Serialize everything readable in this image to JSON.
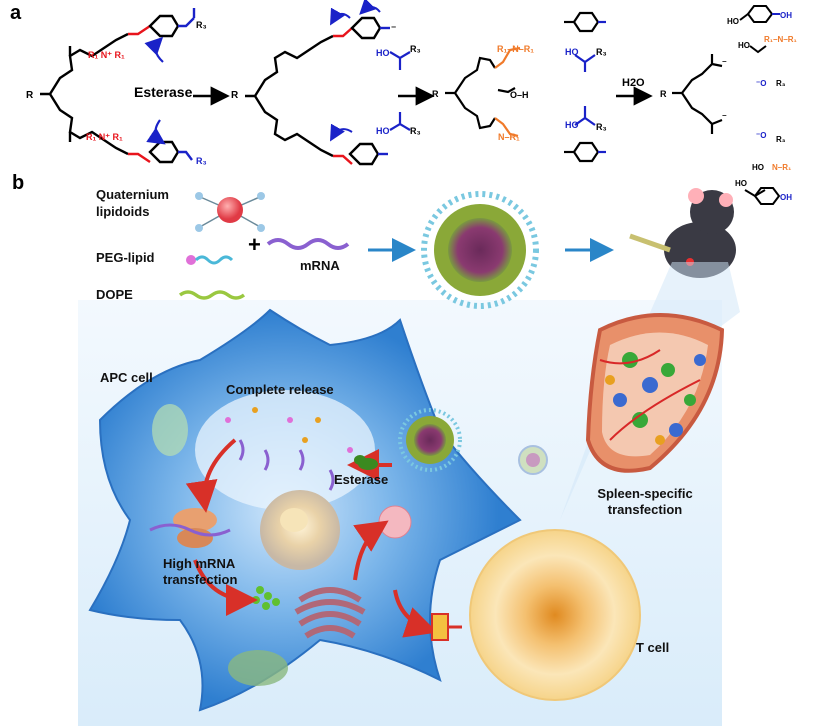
{
  "panel_a": {
    "label": "a",
    "esterase_label": "Esterase",
    "water_label": "H2O",
    "r_label": "R",
    "n_label": "N",
    "r1_label": "R1",
    "r3_label": "R3",
    "ho_label": "HO",
    "oh_label": "OH"
  },
  "panel_b": {
    "label": "b",
    "legend": {
      "quaternium": "Quaternium lipidoids",
      "peg": "PEG-lipid",
      "dope": "DOPE",
      "mrna": "mRNA",
      "plus": "+"
    },
    "cell": {
      "apc": "APC cell",
      "complete_release": "Complete release",
      "esterase": "Esterase",
      "high_mrna": "High mRNA transfection",
      "spleen": "Spleen-specific transfection",
      "t_cell": "T cell"
    }
  },
  "colors": {
    "red": "#e8141c",
    "blue": "#1a22c8",
    "orange": "#f07a2a",
    "cell": "#3d8fd8",
    "bg": "#e4f1fb"
  }
}
